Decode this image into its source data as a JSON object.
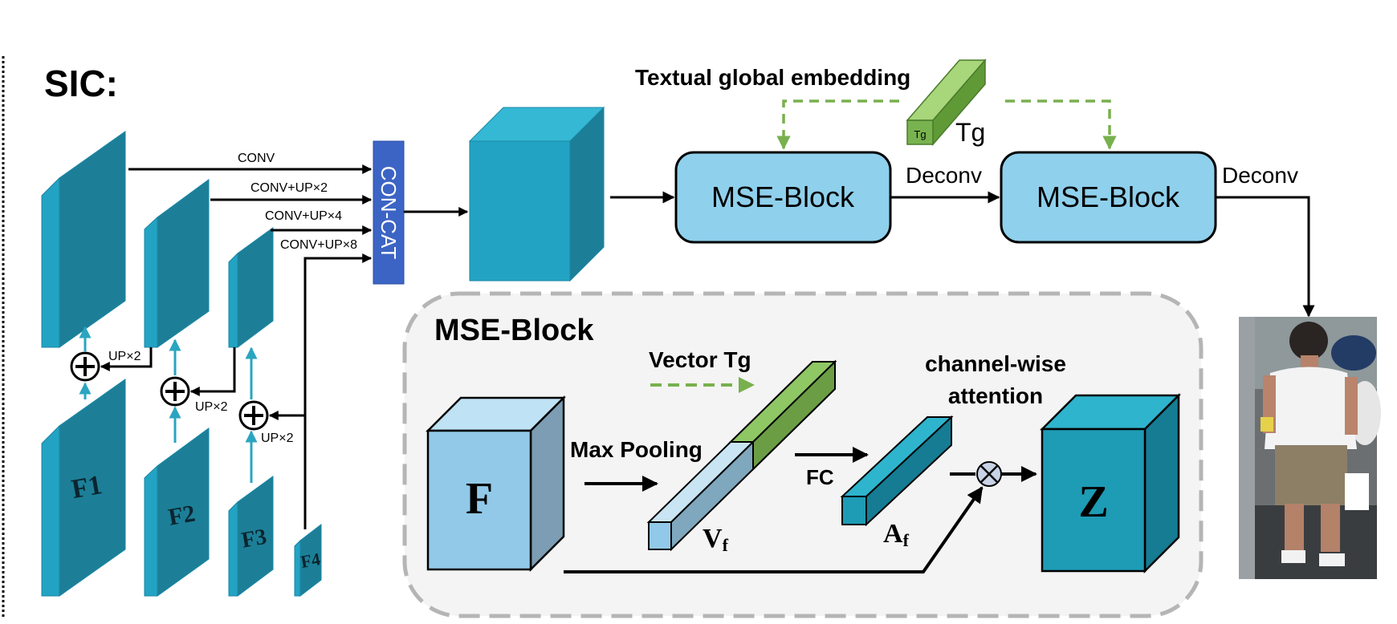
{
  "title": "SIC:",
  "features": {
    "f1": "F1",
    "f2": "F2",
    "f3": "F3",
    "f4": "F4"
  },
  "branches": {
    "conv": "CONV",
    "conv_up2": "CONV+UP×2",
    "conv_up4": "CONV+UP×4",
    "conv_up8": "CONV+UP×8"
  },
  "up_labels": {
    "a": "UP×2",
    "b": "UP×2",
    "c": "UP×2"
  },
  "concat": "CON-CAT",
  "textual": {
    "title": "Textual global embedding",
    "small_label": "Tg",
    "label": "Tg"
  },
  "blocks": {
    "mse1": "MSE-Block",
    "mse2": "MSE-Block"
  },
  "deconv": {
    "a": "Deconv",
    "b": "Deconv"
  },
  "detail": {
    "title": "MSE-Block",
    "f": "F",
    "vector_tg": "Vector Tg",
    "max_pooling": "Max Pooling",
    "vf_main": "V",
    "vf_sub": "f",
    "fc": "FC",
    "af_main": "A",
    "af_sub": "f",
    "attention_line1": "channel-wise",
    "attention_line2": "attention",
    "z": "Z"
  },
  "colors": {
    "teal_front": "#23a3c3",
    "teal_side": "#1c7f97",
    "teal_top": "#35b8d4",
    "concat_blue": "#3c64c4",
    "mse_fill": "#8fd0ec",
    "green_dash": "#78b04e",
    "arrow_teal": "#2aa5c0",
    "light_blue": "#92c9e8",
    "green_bar": "#72ad48"
  }
}
